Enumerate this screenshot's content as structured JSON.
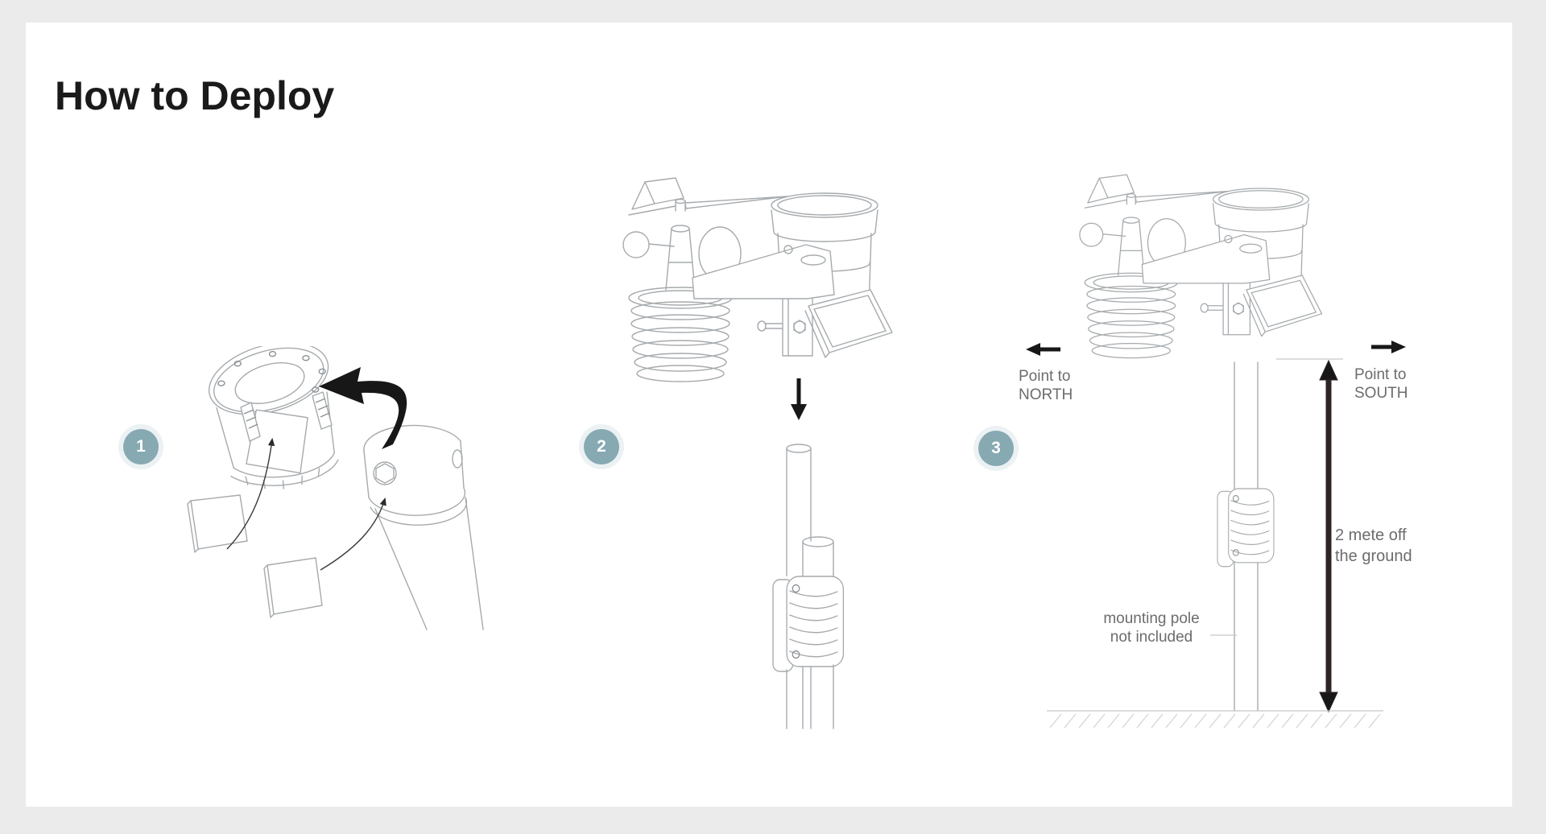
{
  "title": "How to Deploy",
  "steps": [
    {
      "number": "1"
    },
    {
      "number": "2"
    },
    {
      "number": "3"
    }
  ],
  "annotations": {
    "north": {
      "line1": "Point to",
      "line2": "NORTH"
    },
    "south": {
      "line1": "Point to",
      "line2": "SOUTH"
    },
    "height": {
      "line1": "2 mete off",
      "line2": "the ground"
    },
    "pole_note": {
      "line1": "mounting pole",
      "line2": "not included"
    }
  },
  "icons": {
    "step1_rotate_arrow": "curved-arrow",
    "step1_gasket_arrows": "thin-curved-arrow",
    "step2_insert_arrow": "down-arrow",
    "north_arrow": "left-arrow",
    "south_arrow": "right-arrow",
    "height_measure": "vertical-double-arrow"
  },
  "colors": {
    "background": "#ebebeb",
    "card": "#ffffff",
    "badge": "#86a9b2",
    "title_text": "#1a1a1a",
    "label_text": "#6c6c6c",
    "line_art": "#a6aaad",
    "arrow_black": "#171717",
    "measure_arrow": "#2e2424"
  }
}
